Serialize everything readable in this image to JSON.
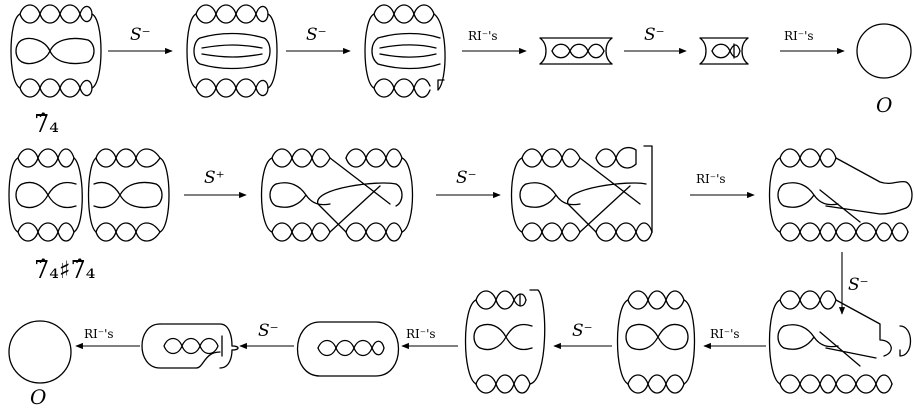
{
  "captions": {
    "seven_four": "7̂₄",
    "connected_sum": "7̂₄♯7̂₄",
    "unknot_top": "O",
    "unknot_bottom": "O"
  },
  "arrows": {
    "r1_a1": "S⁻",
    "r1_a2": "S⁻",
    "r1_a3": "RI⁻'s",
    "r1_a4": "S⁻",
    "r1_a5": "RI⁻'s",
    "r2_a1": "S⁺",
    "r2_a2": "S⁻",
    "r2_a3": "RI⁻'s",
    "down": "S⁻",
    "r3_a1": "RI⁻'s",
    "r3_a2": "S⁻",
    "r3_a3": "RI⁻'s",
    "r3_a4": "S⁻",
    "r3_a5": "RI⁻'s"
  }
}
